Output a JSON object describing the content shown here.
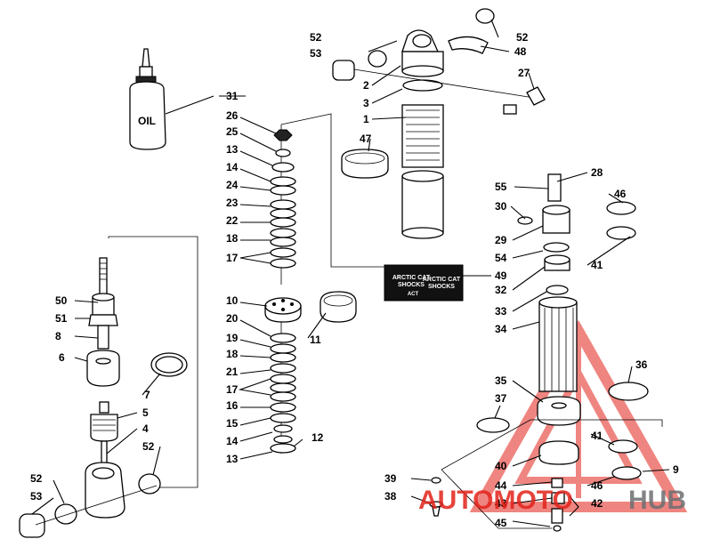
{
  "oil_label": "OIL",
  "badge": {
    "line1": "ARCTIC CAT",
    "line2": "SHOCKS",
    "line3": "ACT"
  },
  "watermark": {
    "part1": "AUTOMOTO",
    "part2": "HUB"
  },
  "callouts": {
    "c1": "1",
    "c2": "2",
    "c3": "3",
    "c4": "4",
    "c5": "5",
    "c6": "6",
    "c7": "7",
    "c8": "8",
    "c9": "9",
    "c10": "10",
    "c11": "11",
    "c12": "12",
    "c13a": "13",
    "c13b": "13",
    "c14a": "14",
    "c14b": "14",
    "c15": "15",
    "c16": "16",
    "c17a": "17",
    "c17b": "17",
    "c18a": "18",
    "c18b": "18",
    "c19": "19",
    "c20": "20",
    "c21": "21",
    "c22": "22",
    "c23": "23",
    "c24": "24",
    "c25": "25",
    "c26": "26",
    "c27": "27",
    "c28": "28",
    "c29": "29",
    "c30": "30",
    "c31": "31",
    "c32": "32",
    "c33": "33",
    "c34": "34",
    "c35": "35",
    "c36": "36",
    "c37": "37",
    "c38": "38",
    "c39": "39",
    "c40": "40",
    "c41a": "41",
    "c41b": "41",
    "c42": "42",
    "c43": "43",
    "c44": "44",
    "c45": "45",
    "c46a": "46",
    "c46b": "46",
    "c47": "47",
    "c48": "48",
    "c49": "49",
    "c50": "50",
    "c51": "51",
    "c52a": "52",
    "c52b": "52",
    "c52c": "52",
    "c52d": "52",
    "c53a": "53",
    "c53b": "53",
    "c54": "54",
    "c55": "55"
  },
  "colors": {
    "watermark_red": "#e2231a",
    "watermark_gray": "#6d6e71",
    "ink": "#000000"
  }
}
